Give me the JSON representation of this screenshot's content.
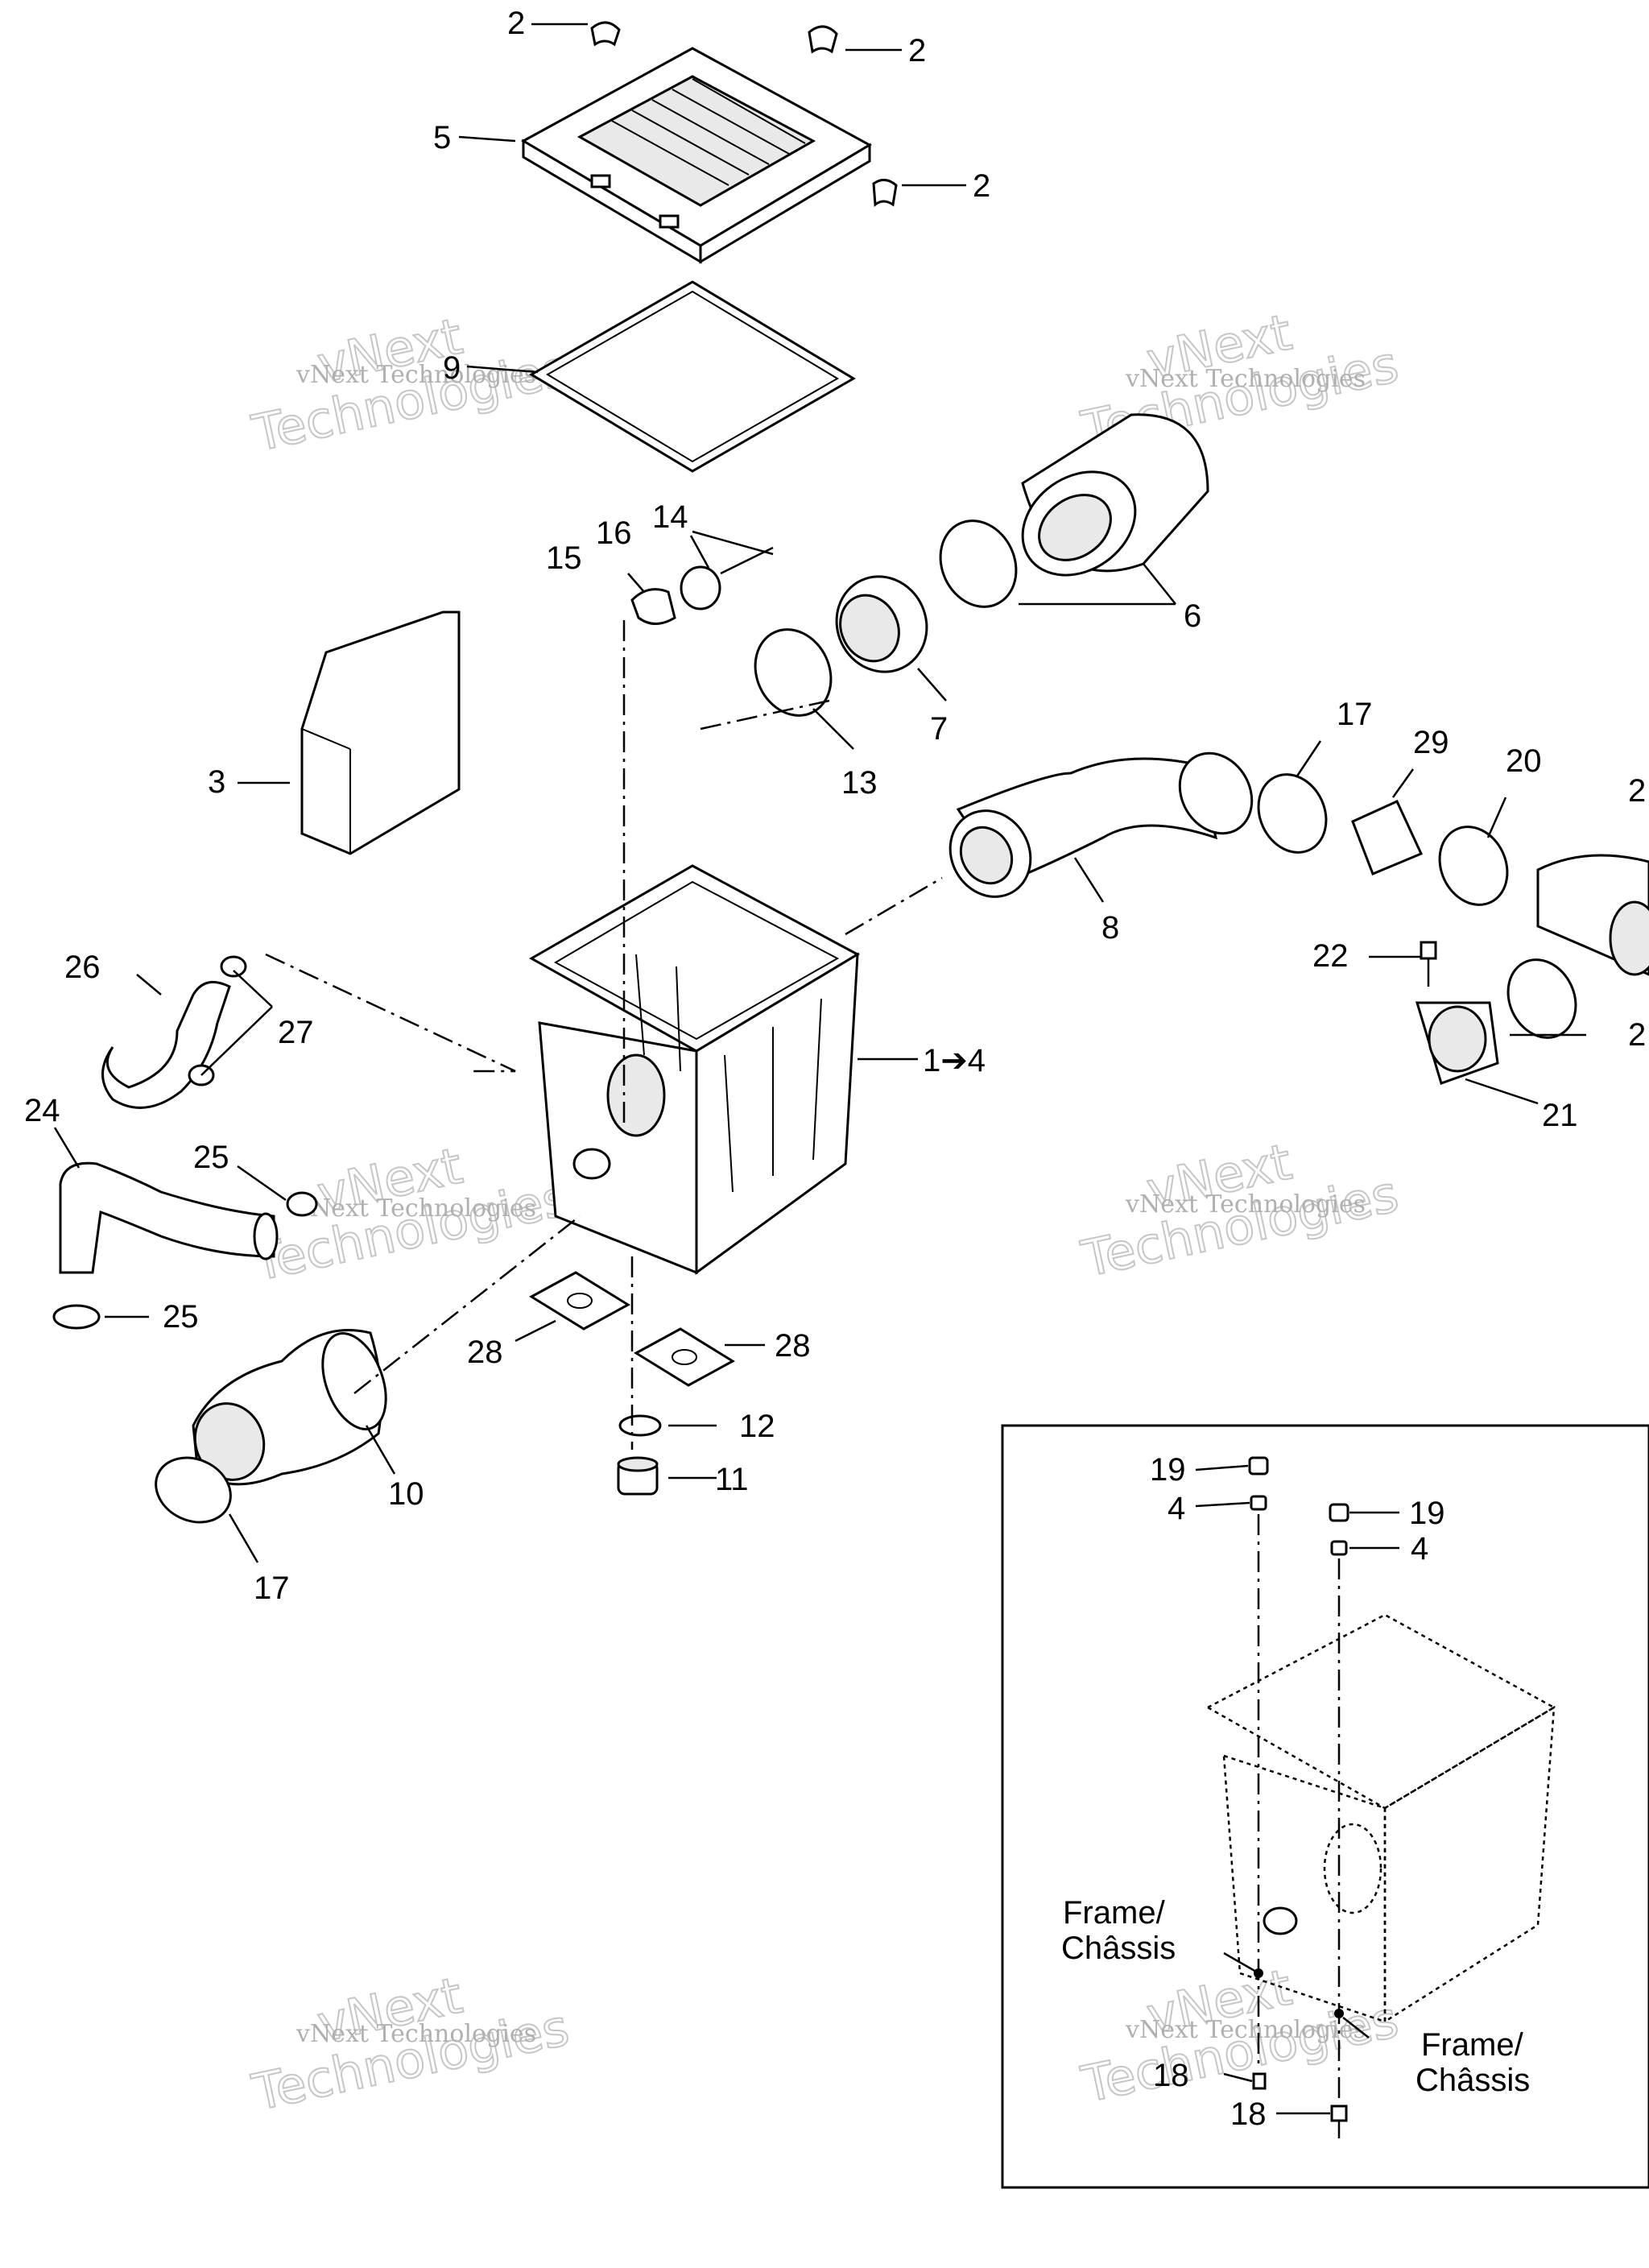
{
  "diagram": {
    "callouts": {
      "c2a": "2",
      "c2b": "2",
      "c2c": "2",
      "c5": "5",
      "c9": "9",
      "c14": "14",
      "c16": "16",
      "c15": "15",
      "c6": "6",
      "c7": "7",
      "c13": "13",
      "c3": "3",
      "c17a": "17",
      "c29": "29",
      "c20": "20",
      "c23a": "2",
      "c8": "8",
      "c22": "22",
      "c23b": "2",
      "c21": "21",
      "c26": "26",
      "c27": "27",
      "c1": "1➔4",
      "c24": "24",
      "c25a": "25",
      "c25b": "25",
      "c28a": "28",
      "c28b": "28",
      "c12": "12",
      "c11": "11",
      "c10": "10",
      "c17b": "17",
      "c19a": "19",
      "c4a": "4",
      "c19b": "19",
      "c4b": "4",
      "c18a": "18",
      "c18b": "18"
    },
    "frame_labels": {
      "left_line1": "Frame/",
      "left_line2": "Châssis",
      "right_line1": "Frame/",
      "right_line2": "Châssis"
    },
    "watermark": {
      "small": "vNext Technologies",
      "big_line1": "vNext",
      "big_line2": "Technologies"
    }
  }
}
